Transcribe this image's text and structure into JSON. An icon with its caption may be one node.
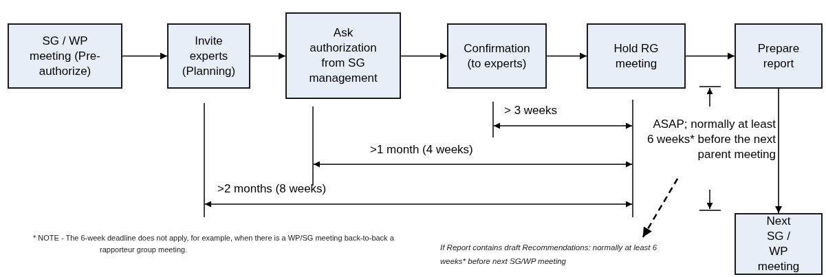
{
  "diagram": {
    "nodes": [
      {
        "text": [
          "SG / WP meeting (Pre-authorize)"
        ]
      },
      {
        "text": [
          "Invite experts (Planning)"
        ]
      },
      {
        "text": [
          "Ask authorization from SG management"
        ]
      },
      {
        "text": [
          "Confirmation (to experts)"
        ]
      },
      {
        "text": [
          "Hold RG meeting"
        ]
      },
      {
        "text": [
          "Prepare report"
        ]
      },
      {
        "text": [
          "Next SG / WP meeting"
        ]
      },
      {
        "text": [
          "ASAP; normally at least 6 weeks* before the next parent meeting"
        ]
      },
      {
        "text": [
          "If Report contains draft Recommendations: normally at least 6 weeks* before next SG/WP meeting"
        ]
      }
    ],
    "edges": [
      {
        "from": 0,
        "to": 1,
        "arrow": "to"
      },
      {
        "from": 1,
        "to": 2,
        "arrow": "to"
      },
      {
        "from": 2,
        "to": 3,
        "arrow": "to"
      },
      {
        "from": 3,
        "to": 4,
        "arrow": "to"
      },
      {
        "from": 4,
        "to": 5,
        "arrow": "to"
      },
      {
        "from": 5,
        "to": 6,
        "arrow": "to"
      },
      {
        "from": 7,
        "to": 8,
        "arrow": "to",
        "style": "dashed"
      }
    ],
    "labels": [
      "> 3 weeks",
      ">1 month (4 weeks)",
      ">2 months (8 weeks)",
      "* NOTE - The 6-week deadline does not apply, for example, when there is a WP/SG meeting back-to-back a rapporteur group meeting."
    ]
  }
}
